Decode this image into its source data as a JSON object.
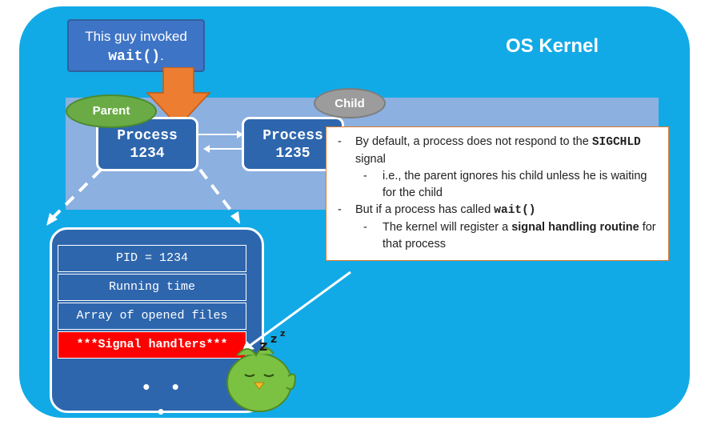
{
  "kernel": {
    "title": "OS Kernel"
  },
  "callout": {
    "text_before": "This guy invoked",
    "code": "wait()",
    "text_after": "."
  },
  "parent_label": "Parent",
  "child_label": "Child",
  "processes": {
    "parent": {
      "name": "Process",
      "pid": "1234"
    },
    "child": {
      "name": "Process",
      "pid": "1235"
    }
  },
  "memory_rows": [
    "PID = 1234",
    "Running time",
    "Array of opened files",
    "***Signal handlers***"
  ],
  "ellipsis": "• • •",
  "note": {
    "b1_text": "By default, a process does not respond to the",
    "b1_code": "SIGCHLD",
    "b1_tail": "signal",
    "b1_sub": "i.e., the parent ignores his child unless he is waiting for the child",
    "b2_text": "But if a process has called",
    "b2_code": "wait()",
    "b2_sub_pre": "The kernel will register a",
    "b2_sub_bold": "signal handling routine",
    "b2_sub_post": "for that process"
  },
  "colors": {
    "kernel_bg": "#12aae6",
    "process_fill": "#2e66ad",
    "highlight_row": "#ff0000",
    "arrow": "#ed7d31"
  }
}
